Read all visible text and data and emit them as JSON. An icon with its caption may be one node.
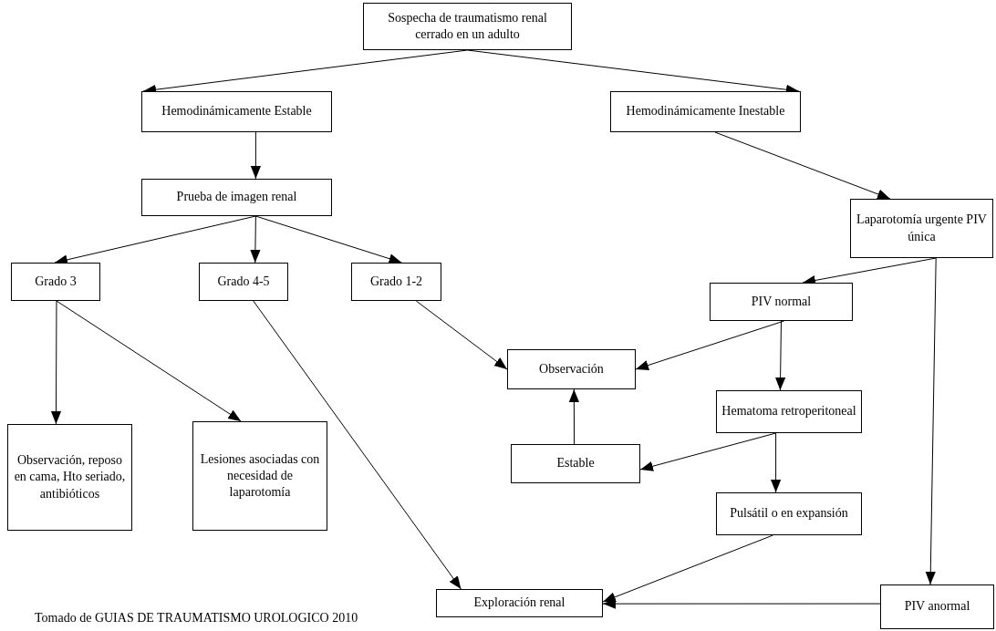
{
  "diagram": {
    "nodes": [
      {
        "text": [
          "Sospecha de traumatismo renal cerrado en un adulto"
        ]
      },
      {
        "text": [
          "Hemodinámicamente Estable"
        ]
      },
      {
        "text": [
          "Hemodinámicamente Inestable"
        ]
      },
      {
        "text": [
          "Prueba de imagen renal"
        ]
      },
      {
        "text": [
          "Laparotomía urgente PIV única"
        ]
      },
      {
        "text": [
          "Grado 3"
        ]
      },
      {
        "text": [
          "Grado 4-5"
        ]
      },
      {
        "text": [
          "Grado 1-2"
        ]
      },
      {
        "text": [
          "PIV normal"
        ]
      },
      {
        "text": [
          "Observación"
        ]
      },
      {
        "text": [
          "Hematoma retroperitoneal"
        ]
      },
      {
        "text": [
          "Observación, reposo en cama, Hto seriado, antibióticos"
        ]
      },
      {
        "text": [
          "Lesiones asociadas con necesidad de laparotomía"
        ]
      },
      {
        "text": [
          "Estable"
        ]
      },
      {
        "text": [
          "Pulsátil o en expansión"
        ]
      },
      {
        "text": [
          "Exploración renal"
        ]
      },
      {
        "text": [
          "PIV anormal"
        ]
      }
    ],
    "edges": [
      {
        "from": 0,
        "to": 1,
        "arrow": "to"
      },
      {
        "from": 0,
        "to": 2,
        "arrow": "to"
      },
      {
        "from": 1,
        "to": 3,
        "arrow": "to"
      },
      {
        "from": 2,
        "to": 4,
        "arrow": "to"
      },
      {
        "from": 3,
        "to": 5,
        "arrow": "to"
      },
      {
        "from": 3,
        "to": 6,
        "arrow": "to"
      },
      {
        "from": 3,
        "to": 7,
        "arrow": "to"
      },
      {
        "from": 4,
        "to": 8,
        "arrow": "to"
      },
      {
        "from": 4,
        "to": 16,
        "arrow": "to"
      },
      {
        "from": 7,
        "to": 9,
        "arrow": "to"
      },
      {
        "from": 8,
        "to": 9,
        "arrow": "to"
      },
      {
        "from": 8,
        "to": 10,
        "arrow": "to"
      },
      {
        "from": 5,
        "to": 11,
        "arrow": "to"
      },
      {
        "from": 5,
        "to": 12,
        "arrow": "to"
      },
      {
        "from": 6,
        "to": 15,
        "arrow": "to"
      },
      {
        "from": 13,
        "to": 9,
        "arrow": "to"
      },
      {
        "from": 10,
        "to": 13,
        "arrow": "to"
      },
      {
        "from": 10,
        "to": 14,
        "arrow": "to"
      },
      {
        "from": 14,
        "to": 15,
        "arrow": "to"
      },
      {
        "from": 16,
        "to": 15,
        "arrow": "to"
      }
    ],
    "labels": [
      "Tomado de GUIAS DE TRAUMATISMO UROLOGICO 2010"
    ]
  }
}
